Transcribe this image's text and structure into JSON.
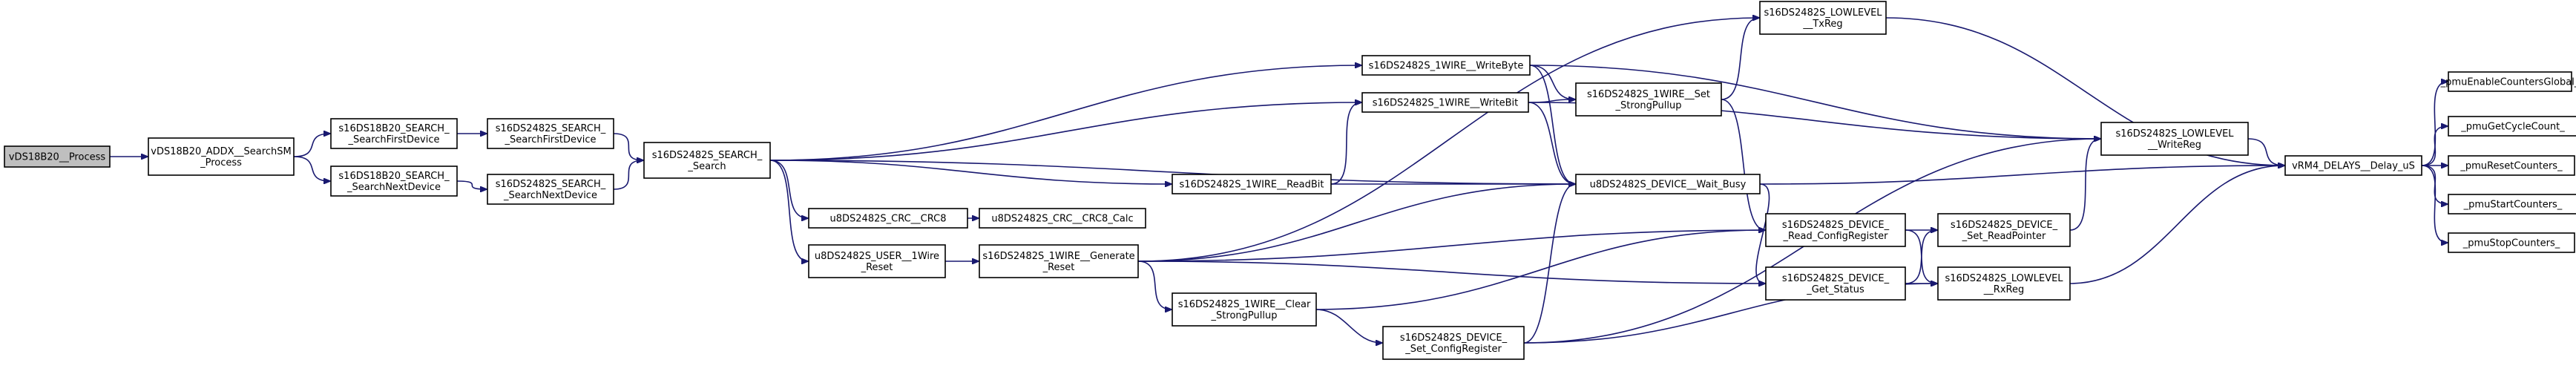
{
  "graph": {
    "direction": "left-to-right",
    "node_colors": {
      "root_fill": "#bfbfbf",
      "fill": "#ffffff",
      "border": "#000000",
      "edge": "#191970"
    },
    "nodes": [
      {
        "id": "n_process",
        "lines": [
          "vDS18B20__Process"
        ],
        "root": true
      },
      {
        "id": "n_searchsm",
        "lines": [
          "vDS18B20_ADDX__SearchSM",
          "_Process"
        ]
      },
      {
        "id": "n_ds_first",
        "lines": [
          "s16DS18B20_SEARCH_",
          "_SearchFirstDevice"
        ]
      },
      {
        "id": "n_ds_next",
        "lines": [
          "s16DS18B20_SEARCH_",
          "_SearchNextDevice"
        ]
      },
      {
        "id": "n_2482_first",
        "lines": [
          "s16DS2482S_SEARCH_",
          "_SearchFirstDevice"
        ]
      },
      {
        "id": "n_2482_next",
        "lines": [
          "s16DS2482S_SEARCH_",
          "_SearchNextDevice"
        ]
      },
      {
        "id": "n_search",
        "lines": [
          "s16DS2482S_SEARCH_",
          "_Search"
        ]
      },
      {
        "id": "n_crc8",
        "lines": [
          "u8DS2482S_CRC__CRC8"
        ]
      },
      {
        "id": "n_crc8calc",
        "lines": [
          "u8DS2482S_CRC__CRC8_Calc"
        ]
      },
      {
        "id": "n_user_reset",
        "lines": [
          "u8DS2482S_USER__1Wire",
          "_Reset"
        ]
      },
      {
        "id": "n_gen_reset",
        "lines": [
          "s16DS2482S_1WIRE__Generate",
          "_Reset"
        ]
      },
      {
        "id": "n_readbit",
        "lines": [
          "s16DS2482S_1WIRE__ReadBit"
        ]
      },
      {
        "id": "n_clear_pullup",
        "lines": [
          "s16DS2482S_1WIRE__Clear",
          "_StrongPullup"
        ]
      },
      {
        "id": "n_set_cfg",
        "lines": [
          "s16DS2482S_DEVICE_",
          "_Set_ConfigRegister"
        ]
      },
      {
        "id": "n_writebyte",
        "lines": [
          "s16DS2482S_1WIRE__WriteByte"
        ]
      },
      {
        "id": "n_writebit",
        "lines": [
          "s16DS2482S_1WIRE__WriteBit"
        ]
      },
      {
        "id": "n_txreg",
        "lines": [
          "s16DS2482S_LOWLEVEL",
          "__TxReg"
        ]
      },
      {
        "id": "n_set_pullup",
        "lines": [
          "s16DS2482S_1WIRE__Set",
          "_StrongPullup"
        ]
      },
      {
        "id": "n_waitbusy",
        "lines": [
          "u8DS2482S_DEVICE__Wait_Busy"
        ]
      },
      {
        "id": "n_read_cfg",
        "lines": [
          "s16DS2482S_DEVICE_",
          "_Read_ConfigRegister"
        ]
      },
      {
        "id": "n_get_status",
        "lines": [
          "s16DS2482S_DEVICE_",
          "_Get_Status"
        ]
      },
      {
        "id": "n_set_rp",
        "lines": [
          "s16DS2482S_DEVICE_",
          "_Set_ReadPointer"
        ]
      },
      {
        "id": "n_rxreg",
        "lines": [
          "s16DS2482S_LOWLEVEL",
          "__RxReg"
        ]
      },
      {
        "id": "n_writereg",
        "lines": [
          "s16DS2482S_LOWLEVEL",
          "__WriteReg"
        ]
      },
      {
        "id": "n_delay",
        "lines": [
          "vRM4_DELAYS__Delay_uS"
        ]
      },
      {
        "id": "n_pmu_enable",
        "lines": [
          "_pmuEnableCountersGlobal_"
        ]
      },
      {
        "id": "n_pmu_cycle",
        "lines": [
          "_pmuGetCycleCount_"
        ]
      },
      {
        "id": "n_pmu_reset",
        "lines": [
          "_pmuResetCounters_"
        ]
      },
      {
        "id": "n_pmu_start",
        "lines": [
          "_pmuStartCounters_"
        ]
      },
      {
        "id": "n_pmu_stop",
        "lines": [
          "_pmuStopCounters_"
        ]
      }
    ],
    "edges": [
      [
        "n_process",
        "n_searchsm"
      ],
      [
        "n_searchsm",
        "n_ds_first"
      ],
      [
        "n_searchsm",
        "n_ds_next"
      ],
      [
        "n_ds_first",
        "n_2482_first"
      ],
      [
        "n_ds_next",
        "n_2482_next"
      ],
      [
        "n_2482_first",
        "n_search"
      ],
      [
        "n_2482_next",
        "n_search"
      ],
      [
        "n_search",
        "n_writebyte"
      ],
      [
        "n_search",
        "n_writebit"
      ],
      [
        "n_search",
        "n_readbit"
      ],
      [
        "n_search",
        "n_waitbusy"
      ],
      [
        "n_search",
        "n_crc8"
      ],
      [
        "n_search",
        "n_user_reset"
      ],
      [
        "n_crc8",
        "n_crc8calc"
      ],
      [
        "n_user_reset",
        "n_gen_reset"
      ],
      [
        "n_gen_reset",
        "n_txreg"
      ],
      [
        "n_gen_reset",
        "n_waitbusy"
      ],
      [
        "n_gen_reset",
        "n_read_cfg"
      ],
      [
        "n_gen_reset",
        "n_get_status"
      ],
      [
        "n_gen_reset",
        "n_clear_pullup"
      ],
      [
        "n_readbit",
        "n_writebit"
      ],
      [
        "n_readbit",
        "n_waitbusy"
      ],
      [
        "n_clear_pullup",
        "n_read_cfg"
      ],
      [
        "n_clear_pullup",
        "n_set_cfg"
      ],
      [
        "n_set_cfg",
        "n_waitbusy"
      ],
      [
        "n_set_cfg",
        "n_rxreg"
      ],
      [
        "n_set_cfg",
        "n_writereg"
      ],
      [
        "n_writebyte",
        "n_set_pullup"
      ],
      [
        "n_writebyte",
        "n_waitbusy"
      ],
      [
        "n_writebyte",
        "n_writereg"
      ],
      [
        "n_writebit",
        "n_set_pullup"
      ],
      [
        "n_writebit",
        "n_waitbusy"
      ],
      [
        "n_writebit",
        "n_writereg"
      ],
      [
        "n_set_pullup",
        "n_txreg"
      ],
      [
        "n_set_pullup",
        "n_read_cfg"
      ],
      [
        "n_waitbusy",
        "n_get_status"
      ],
      [
        "n_waitbusy",
        "n_delay"
      ],
      [
        "n_read_cfg",
        "n_set_rp"
      ],
      [
        "n_read_cfg",
        "n_rxreg"
      ],
      [
        "n_get_status",
        "n_set_rp"
      ],
      [
        "n_get_status",
        "n_rxreg"
      ],
      [
        "n_set_rp",
        "n_writereg"
      ],
      [
        "n_rxreg",
        "n_delay"
      ],
      [
        "n_writereg",
        "n_delay"
      ],
      [
        "n_txreg",
        "n_delay"
      ],
      [
        "n_delay",
        "n_pmu_enable"
      ],
      [
        "n_delay",
        "n_pmu_cycle"
      ],
      [
        "n_delay",
        "n_pmu_reset"
      ],
      [
        "n_delay",
        "n_pmu_start"
      ],
      [
        "n_delay",
        "n_pmu_stop"
      ]
    ]
  }
}
